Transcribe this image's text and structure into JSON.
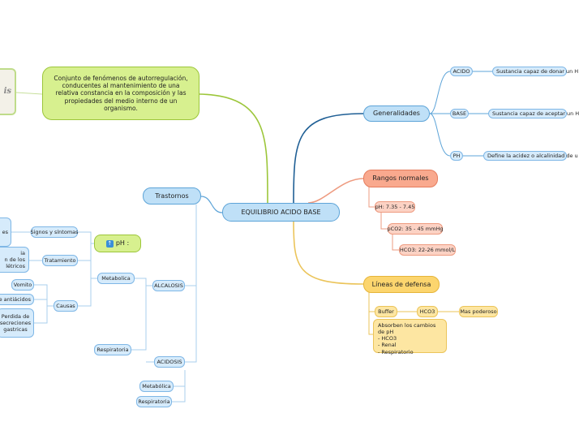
{
  "root": "EQUILIBRIO ACIDO BASE",
  "definition": "Conjunto de fenómenos de autorregulación, conducentes al mantenimiento de una relativa constancia en la composición y las propiedades del medio interno de un organismo.",
  "thumbnail_text": "is",
  "generalidades": {
    "title": "Generalidades",
    "items": [
      {
        "label": "ACIDO",
        "desc": "Sustancia capaz de donar un H"
      },
      {
        "label": "BASE",
        "desc": "Sustancia capaz de aceptar un H"
      },
      {
        "label": "PH",
        "desc": "Define la acidez o alcalinidad de u"
      }
    ]
  },
  "rangos": {
    "title": "Rangos normales",
    "items": [
      "pH: 7.35 - 7.45",
      "pCO2: 35 - 45 mmHg",
      "HCO3: 22-26  mmol/L"
    ]
  },
  "lineas": {
    "title": "Líneas de defensa",
    "buffer": "Buffer",
    "hco3": "HCO3",
    "mas_poderoso": "Mas poderoso",
    "absorben": "Absorben los cambios de pH\n- HCO3\n- Renal\n- Respiratorio"
  },
  "trastornos": {
    "title": "Trastornos",
    "ph_label": "pH :",
    "alcalosis": "ALCALOSIS",
    "acidosis": "ACIDOSIS",
    "metabolica": "Metabolica",
    "respiratoria": "Respiratoria",
    "acidosis_metabolica": "Metabólica",
    "acidosis_respiratoria": "Respiratoria",
    "signos": "Signos y síntomas",
    "tratamiento": "Tratamiento",
    "causas": "Causas",
    "signos_child": "es",
    "tratamiento_child": "ia\nn de los\nlétricos",
    "vomito": "Vomito",
    "antiacidos": "de antiácidos",
    "perdida": "Perdida de\nsecreciones\ngastricas"
  }
}
